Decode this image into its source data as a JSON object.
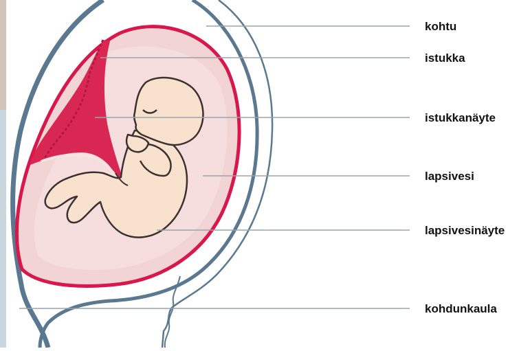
{
  "colors": {
    "uterus_outline": "#5b7891",
    "sac_border": "#d8184c",
    "sac_fill": "#f1d4d3",
    "placenta": "#d82752",
    "fetus_fill": "#f8e2cd",
    "fetus_outline": "#3c3131",
    "leader_line": "#9aa3ab",
    "left_edge_bg": "#c9d6dd"
  },
  "labels": [
    {
      "id": "uterus",
      "text": "kohtu"
    },
    {
      "id": "placenta",
      "text": "istukka"
    },
    {
      "id": "placenta-sample",
      "text": "istukkanäyte"
    },
    {
      "id": "amniotic-fluid",
      "text": "lapsivesi"
    },
    {
      "id": "amniotic-fluid-sample",
      "text": "lapsivesinäyte"
    },
    {
      "id": "cervix",
      "text": "kohdunkaula"
    }
  ]
}
